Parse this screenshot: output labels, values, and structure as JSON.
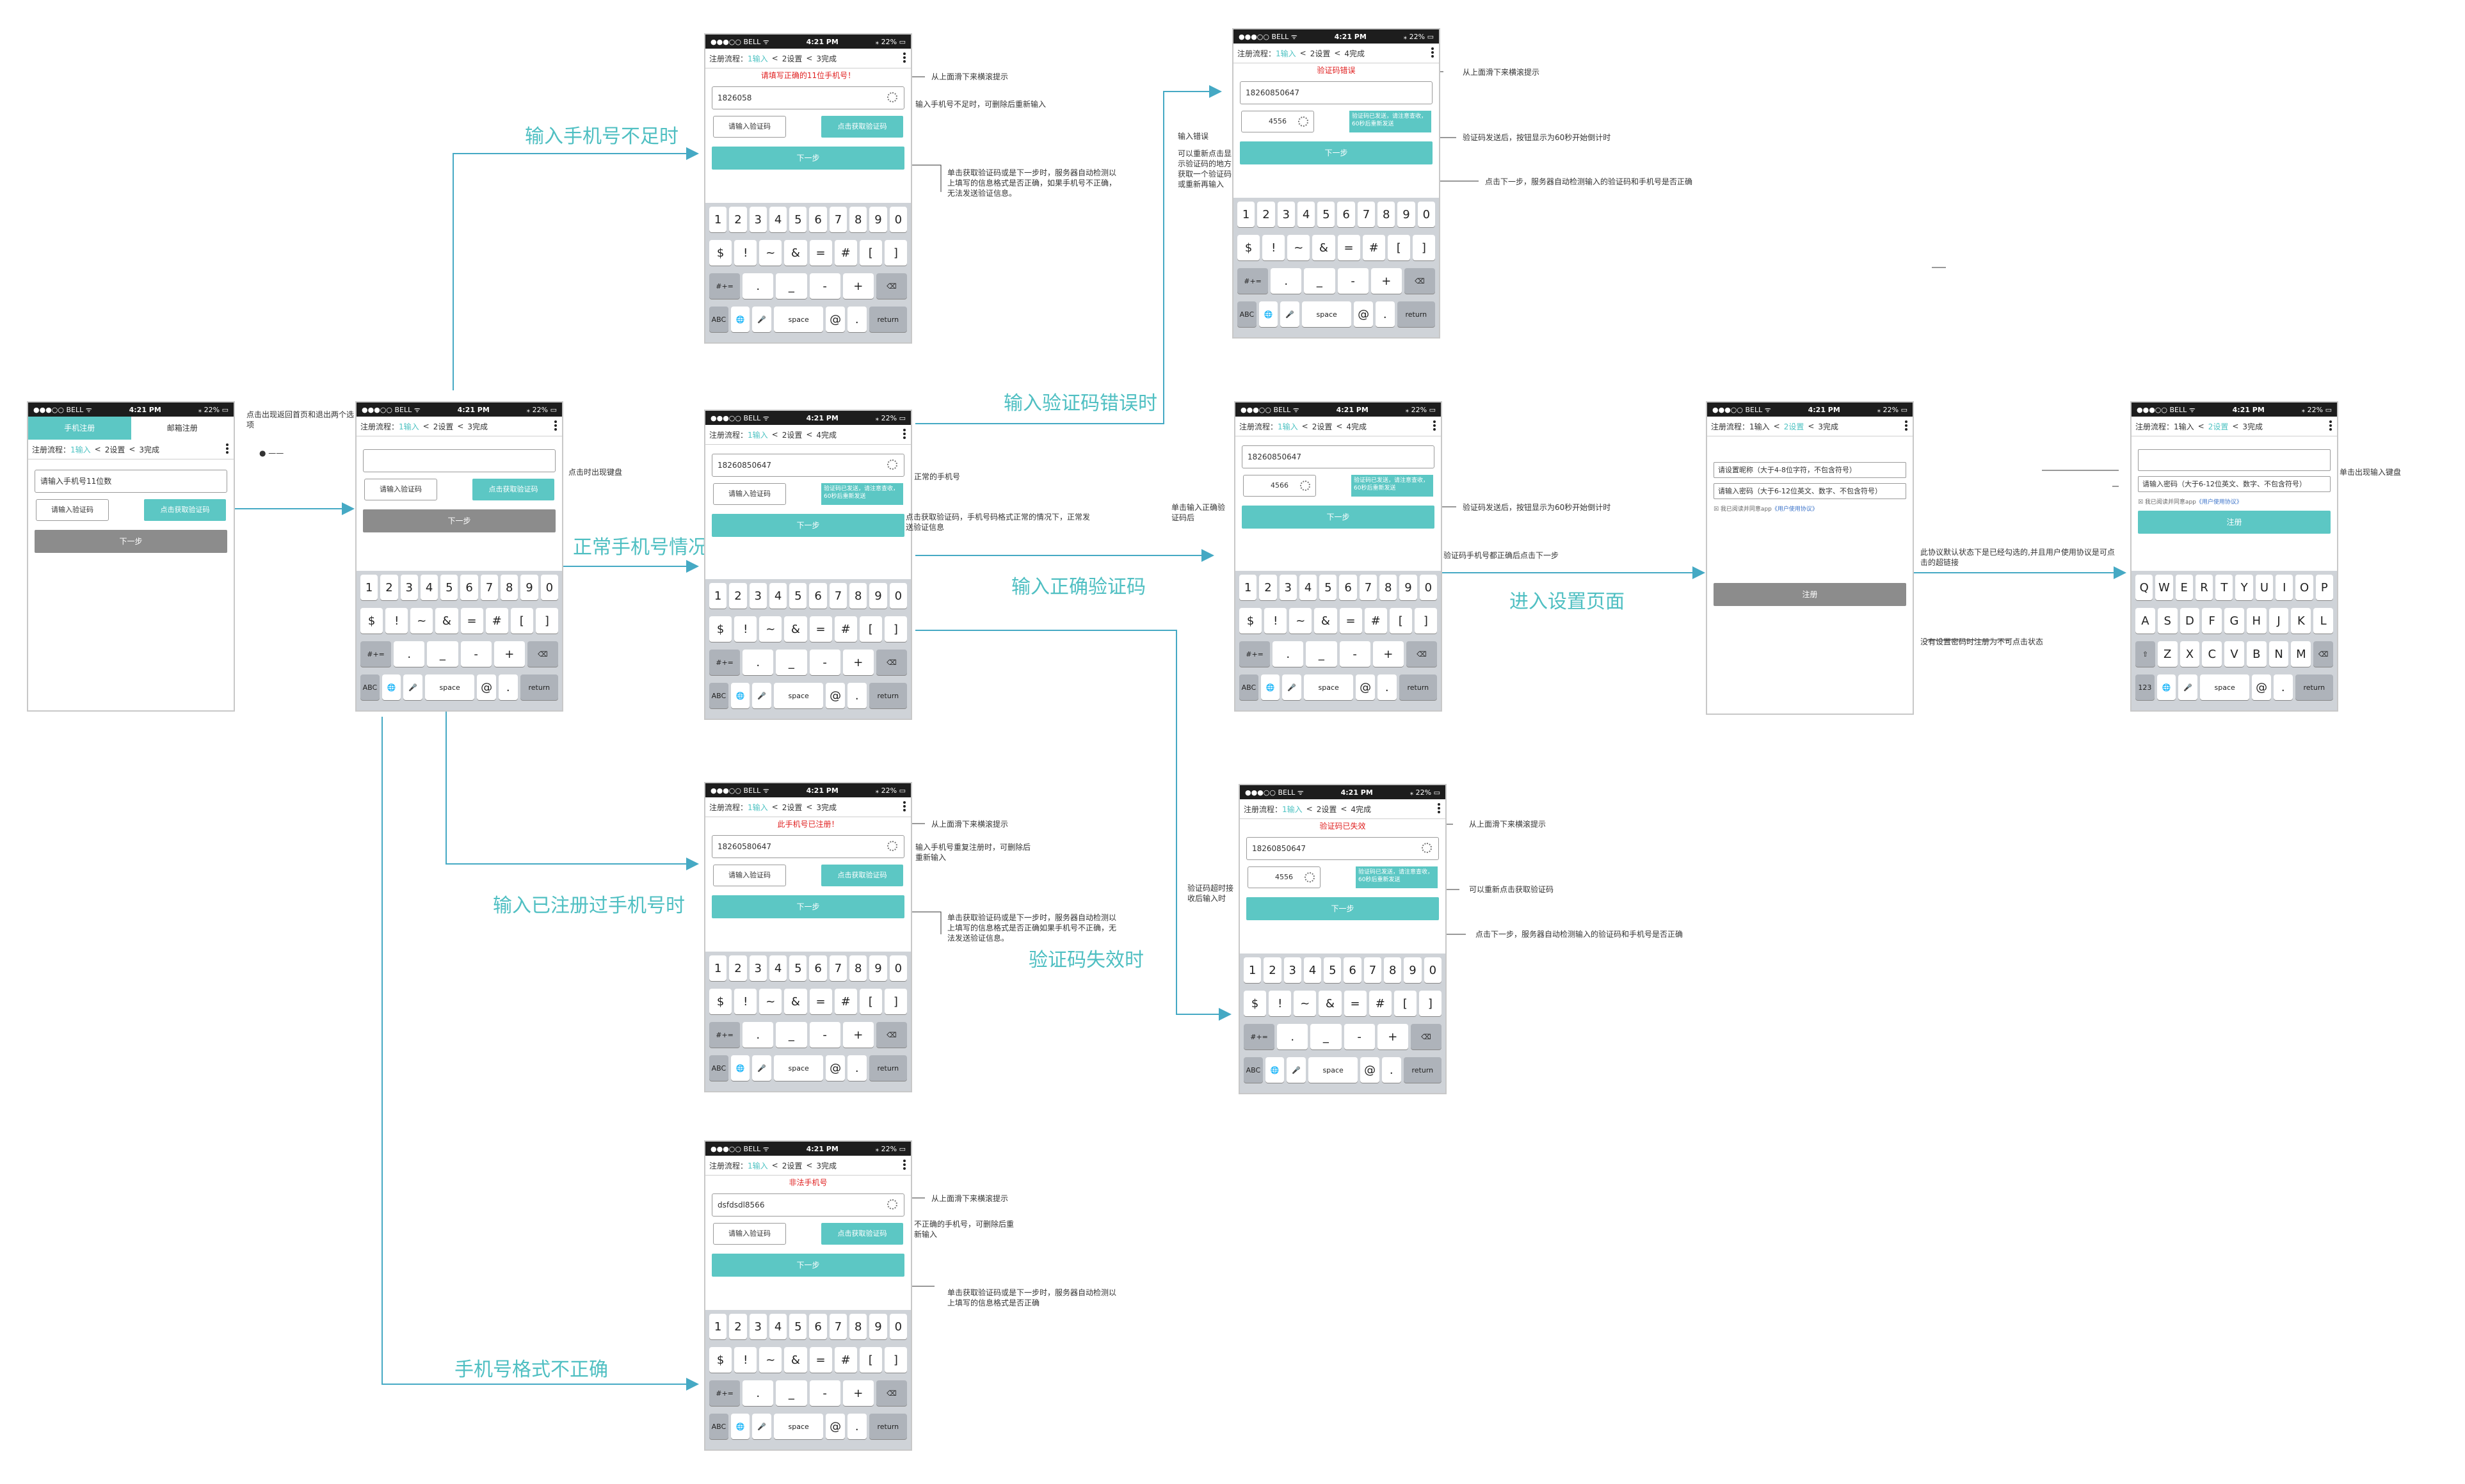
{
  "status_bar": {
    "carrier": "●●●○○ BELL ᯤ",
    "time": "4:21 PM",
    "battery": "⁎ 22% ▭"
  },
  "steps3": {
    "s1": "注册流程：",
    "s1b": "1输入",
    "s2": "2设置",
    "s3": "3完成"
  },
  "steps4": {
    "s1": "注册流程：",
    "s1b": "1输入",
    "s2": "2设置",
    "s3": "4完成"
  },
  "steps_set": {
    "s1": "注册流程：1输入",
    "s2": "2设置",
    "s3": "3完成"
  },
  "sep": "<",
  "keyboard": {
    "row1": [
      "1",
      "2",
      "3",
      "4",
      "5",
      "6",
      "7",
      "8",
      "9",
      "0"
    ],
    "row2": [
      "$",
      "!",
      "~",
      "&",
      "=",
      "#",
      "[",
      "]"
    ],
    "row3": [
      "#+=",
      ".",
      "_",
      "-",
      "+",
      "⌫"
    ],
    "row4": [
      "ABC",
      "🌐",
      "🎤",
      "space",
      "@",
      ".",
      "return"
    ]
  },
  "keyboard_alpha": {
    "row1": [
      "Q",
      "W",
      "E",
      "R",
      "T",
      "Y",
      "U",
      "I",
      "O",
      "P"
    ],
    "row2": [
      "A",
      "S",
      "D",
      "F",
      "G",
      "H",
      "J",
      "K",
      "L"
    ],
    "row3": [
      "⇧",
      "Z",
      "X",
      "C",
      "V",
      "B",
      "N",
      "M",
      "⌫"
    ],
    "row4": [
      "123",
      "🌐",
      "🎤",
      "space",
      "@",
      ".",
      "return"
    ]
  },
  "common": {
    "code_placeholder": "请输入验证码",
    "get_code": "点击获取验证码",
    "next": "下一步",
    "sent_note": "验证码已发送，请注意查收，60秒后重新发送"
  },
  "screen_start": {
    "tab_phone": "手机注册",
    "tab_mail": "邮箱注册",
    "phone_placeholder": "请输入手机号11位数"
  },
  "screen_short": {
    "err": "请填写正确的11位手机号！",
    "phone": "1826058"
  },
  "screen_normal": {
    "phone": "18260850647"
  },
  "screen_registered": {
    "err": "此手机号已注册！",
    "phone": "18260580647"
  },
  "screen_bad": {
    "err": "非法手机号",
    "phone": "dsfdsdl8566"
  },
  "screen_code_err": {
    "err": "验证码错误",
    "phone": "18260850647",
    "code": "4556"
  },
  "screen_code_ok": {
    "phone": "18260850647",
    "code": "4566"
  },
  "screen_code_expired": {
    "err": "验证码已失效",
    "phone": "18260850647",
    "code": "4556"
  },
  "screen_setup": {
    "nickname": "请设置昵称（大于4-8位字符，不包含符号）",
    "password": "请输入密码（大于6-12位英文、数字、不包含符号）",
    "agree_pre": "☒ 我已阅读并同意app",
    "agree_link": "《用户使用协议》",
    "register": "注册"
  },
  "screen_setup2": {
    "password": "请输入密码（大于6-12位英文、数字、不包含符号）",
    "agree_pre": "☒ 我已阅读并同意app",
    "agree_link": "《用户使用协议》",
    "register": "注册"
  },
  "flows": {
    "short": "输入手机号不足时",
    "normal": "正常手机号情况",
    "registered": "输入已注册过手机号时",
    "bad_format": "手机号格式不正确",
    "code_error": "输入验证码错误时",
    "code_ok": "输入正确验证码",
    "code_expired": "验证码失效时",
    "setup": "进入设置页面"
  },
  "annotations": {
    "a_start1": "点击出现返回首页和退出两个选项",
    "a_kb_show": "点击时出现键盘",
    "a_top_hint": "从上面滑下来横滚提示",
    "a_short_phone": "输入手机号不足时，可删除后重新输入",
    "a_submit": "单击获取验证码或是下一步时，服务器自动检测以上填写的信息格式是否正确，如果手机号不正确，无法发送验证信息。",
    "a_normal_phone": "正常的手机号",
    "a_normal_code": "点击获取验证码，手机号码格式正常的情况下，正常发送验证信息",
    "a_registered_phone": "输入手机号重复注册时，可删除后重新输入",
    "a_submit2": "单击获取验证码或是下一步时，服务器自动检测以上填写的信息格式是否正确如果手机号不正确，无法发送验证信息。",
    "a_bad_phone": "不正确的手机号，可删除后重新输入",
    "a_submit3": "单击获取验证码或是下一步时，服务器自动检测以上填写的信息格式是否正确",
    "a_code_input": "输入错误",
    "a_code_left": "可以重新点击显示验证码的地方获取一个验证码或重新再输入",
    "a_code_sent": "验证码发送后，按钮显示为60秒开始倒计时",
    "a_code_next": "点击下一步，服务器自动检测输入的验证码和手机号是否正确",
    "a_ok_left": "单击输入正确验证码后",
    "a_ok_sent": "验证码发送后，按钮显示为60秒开始倒计时",
    "a_ok_next": "验证码手机号都正确后点击下一步",
    "a_exp_left": "验证码超时接收后输入时",
    "a_exp_refresh": "可以重新点击获取验证码",
    "a_exp_next": "点击下一步，服务器自动检测输入的验证码和手机号是否正确",
    "a_agree": "此协议默认状态下是已经勾选的,并且用户使用协议是可点击的超链接",
    "a_disabled": "没有设置密码时注册为不可点击状态",
    "a_kb2": "单击出现输入键盘"
  },
  "colors": {
    "teal": "#5cc7c4",
    "flow_text": "#4fbfc2",
    "error": "#e02020",
    "line": "#45a9c4"
  }
}
